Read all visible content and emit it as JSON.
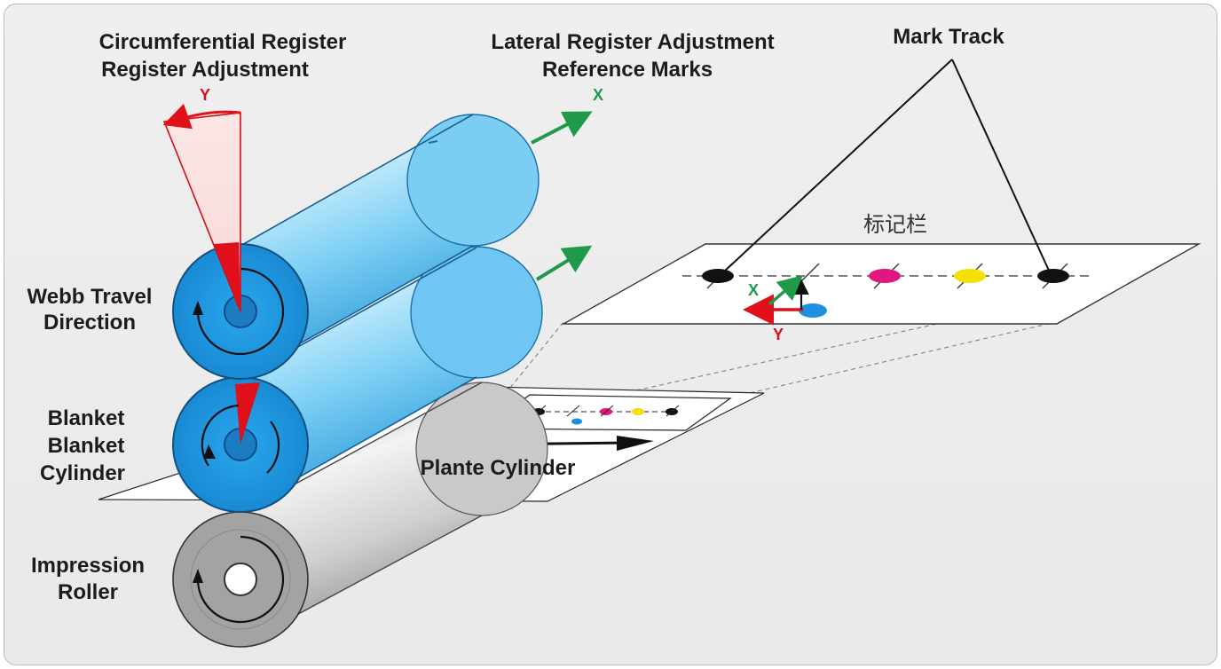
{
  "labels": {
    "circumferential_line1": "Circumferential Register",
    "circumferential_line2": "Register Adjustment",
    "lateral_line1": "Lateral Register Adjustment",
    "lateral_line2": "Reference Marks",
    "mark_track": "Mark Track",
    "mark_bar_zh": "标记栏",
    "web_travel_line1": "Webb Travel",
    "web_travel_line2": "Direction",
    "blanket_line1": "Blanket",
    "blanket_line2": "Blanket",
    "blanket_line3": "Cylinder",
    "plate_cylinder": "Plante Cylinder",
    "impression_line1": "Impression",
    "impression_line2": "Roller"
  },
  "axis_labels": {
    "y_top": "Y",
    "x_top": "X",
    "x_detail": "X",
    "y_detail": "Y"
  },
  "colors": {
    "cylinder_blue": "#3fb0ea",
    "impression_gray": "#9a9a9a",
    "register_red": "#e0101a",
    "lateral_green": "#1e9a48",
    "mark_black": "#111111",
    "mark_magenta": "#e0187e",
    "mark_yellow": "#f5e000",
    "mark_cyan": "#1f8fe0"
  },
  "mark_sequence": [
    "black",
    "cyan",
    "magenta",
    "yellow",
    "black"
  ],
  "icons": [
    "rotation-arrow-icon",
    "direction-arrow-icon"
  ]
}
